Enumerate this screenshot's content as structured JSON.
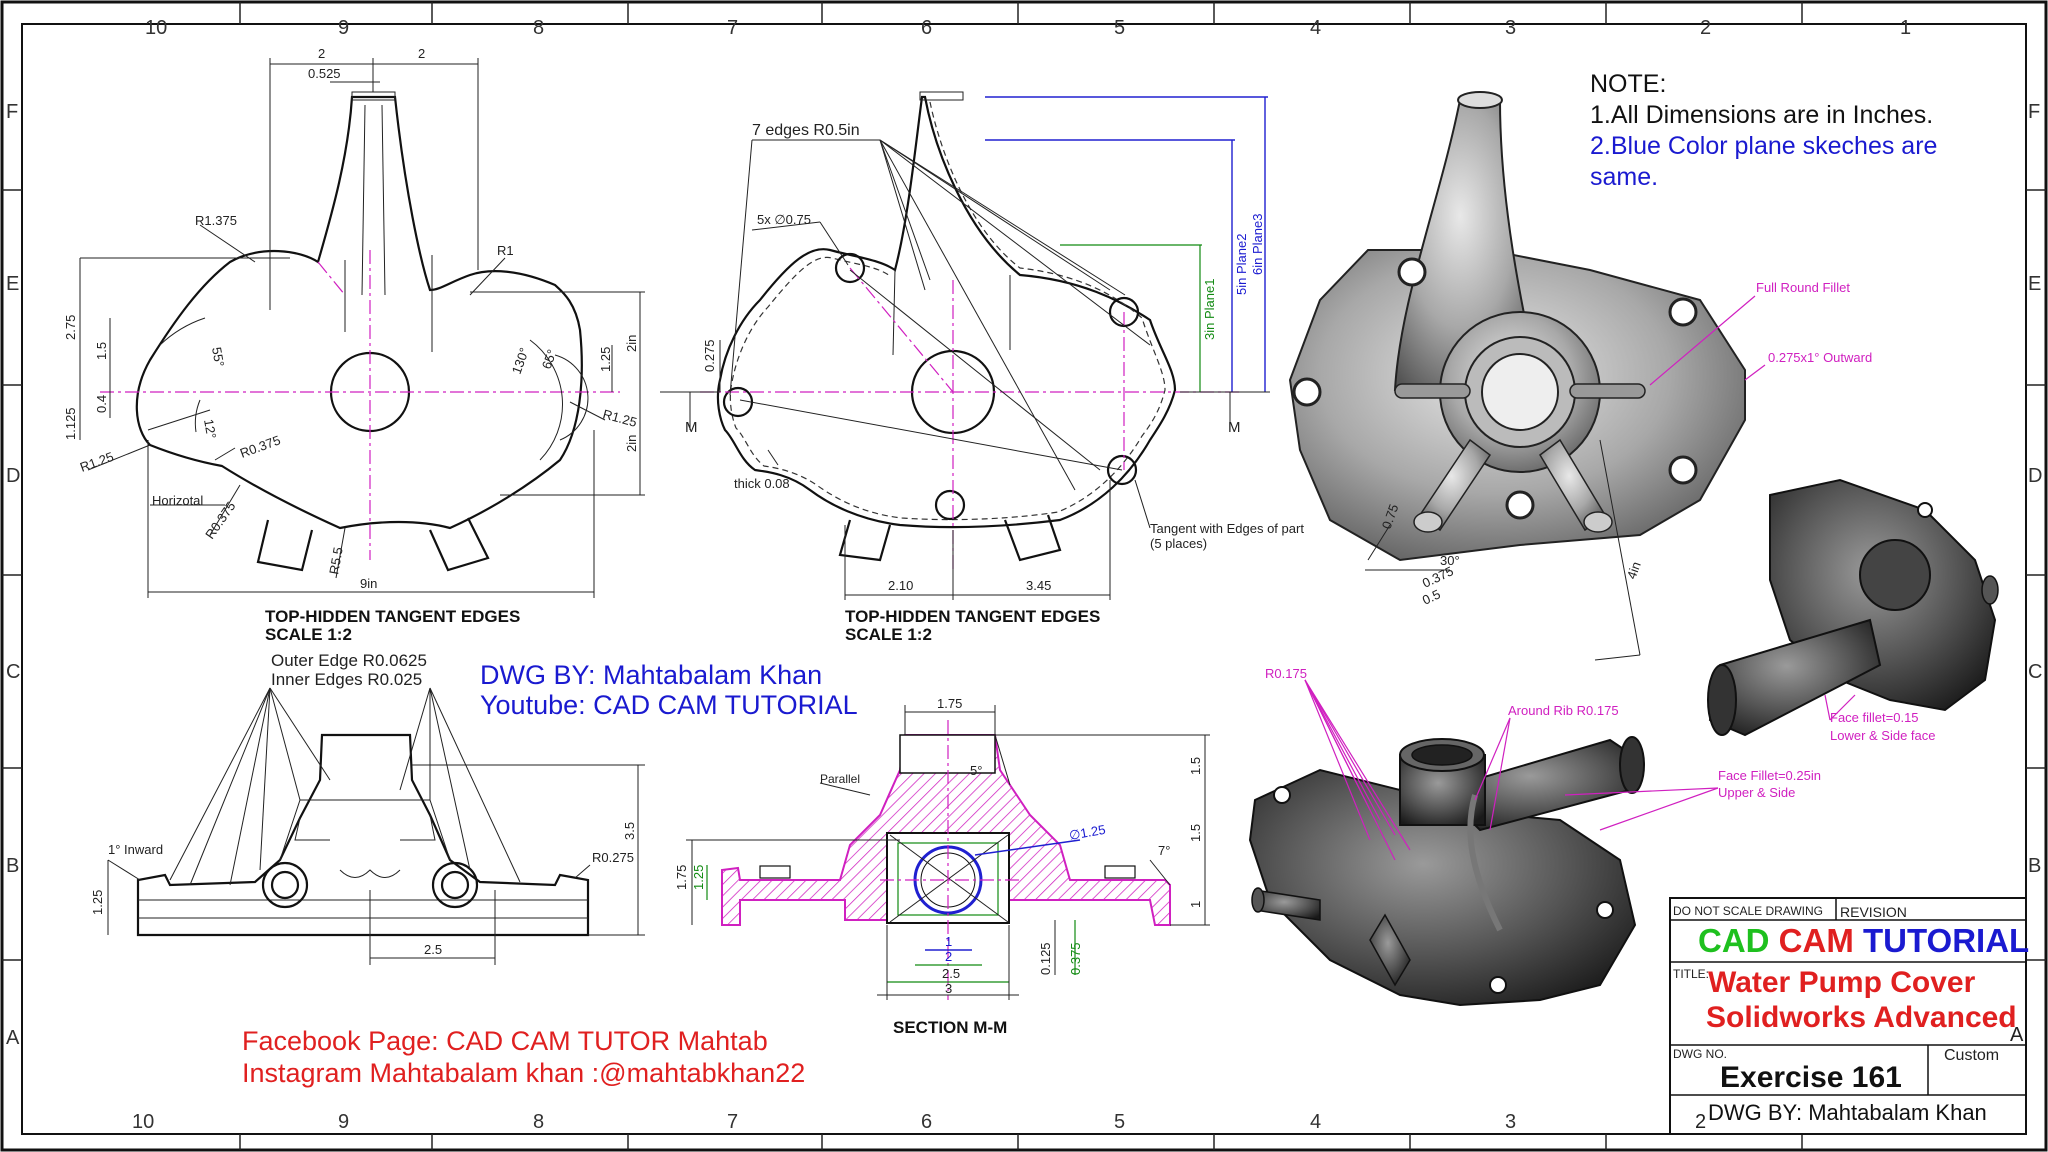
{
  "zones": {
    "columns": [
      "10",
      "9",
      "8",
      "7",
      "6",
      "5",
      "4",
      "3",
      "2",
      "1"
    ],
    "rows": [
      "F",
      "E",
      "D",
      "C",
      "B",
      "A"
    ]
  },
  "colors": {
    "title_green": "#1ec01e",
    "title_red": "#e02020",
    "title_blue": "#1a1ad0",
    "annotation_magenta": "#d020c0",
    "dimension_green": "#118a11"
  },
  "views": {
    "top_left": {
      "caption_line1": "TOP-HIDDEN TANGENT EDGES",
      "caption_line2": "SCALE 1:2",
      "dims": [
        "2",
        "2",
        "0.525",
        "R1.375",
        "R1",
        "2.75",
        "1.5",
        "0.4",
        "1.125",
        "55°",
        "12°",
        "R1.25",
        "R0.375",
        "Horizotal",
        "R0.375",
        "130°",
        "65°",
        "1.25",
        "2in",
        "R1.25",
        "2in",
        "R5.5",
        "9in"
      ]
    },
    "top_right": {
      "caption_line1": "TOP-HIDDEN TANGENT EDGES",
      "caption_line2": "SCALE 1:2",
      "edges_note": "7 edges R0.5in",
      "holes_note": "5x ∅0.75",
      "thick_note": "thick 0.08",
      "tangent_note_line1": "Tangent with Edges of part",
      "tangent_note_line2": "(5 places)",
      "dims": [
        "0.275",
        "2.10",
        "3.45",
        "M",
        "M"
      ],
      "plane1": "3in Plane1",
      "plane2": "5in Plane2",
      "plane3": "6in Plane3"
    },
    "front": {
      "edge_note_line1": "Outer Edge R0.0625",
      "edge_note_line2": "Inner Edges R0.025",
      "dims": [
        "1° Inward",
        "1.25",
        "2.5",
        "3.5",
        "R0.275"
      ]
    },
    "section": {
      "caption": "SECTION M-M",
      "parallel": "Parallel",
      "dims": [
        "1.75",
        "5°",
        "1.5",
        "1.5",
        "∅1.25",
        "7°",
        "1",
        "1.75",
        "1.25",
        "1",
        "2",
        "2.5",
        "3",
        "0.125",
        "0.375"
      ]
    },
    "iso_top": {
      "fillet_note": "Full Round Fillet",
      "outward_note": "0.275x1° Outward",
      "dims": [
        "0.75",
        "30°",
        "0.375",
        "0.5",
        "4in"
      ]
    },
    "iso_bottom": {
      "r_note": "R0.175",
      "rib_note": "Around Rib R0.175",
      "fillet_upper_line1": "Face Fillet=0.25in",
      "fillet_upper_line2": "Upper & Side",
      "fillet_lower_line1": "Face fillet=0.15",
      "fillet_lower_line2": "Lower & Side face"
    }
  },
  "notes": {
    "heading": "NOTE:",
    "line1": "1.All Dimensions are in Inches.",
    "line2a": "2.Blue Color plane skeches are",
    "line2b": "same."
  },
  "credits": {
    "dwg_by": "DWG BY: Mahtabalam Khan",
    "youtube": "Youtube: CAD CAM TUTORIAL",
    "facebook": "Facebook Page: CAD CAM TUTOR Mahtab",
    "instagram": "Instagram Mahtabalam khan :@mahtabkhan22"
  },
  "title_block": {
    "do_not_scale": "DO NOT SCALE DRAWING",
    "revision": "REVISION",
    "brand_word1": "CAD",
    "brand_word2": "CAM",
    "brand_word3": "TUTORIAL",
    "title_label": "TITLE:",
    "title_line1": "Water Pump Cover",
    "title_line2": "Solidworks Advanced",
    "dwg_no_label": "DWG NO.",
    "custom": "Custom",
    "sheet_letter": "A",
    "exercise": "Exercise 161",
    "sheet_num": "2",
    "drawn_by": "DWG BY: Mahtabalam Khan"
  }
}
